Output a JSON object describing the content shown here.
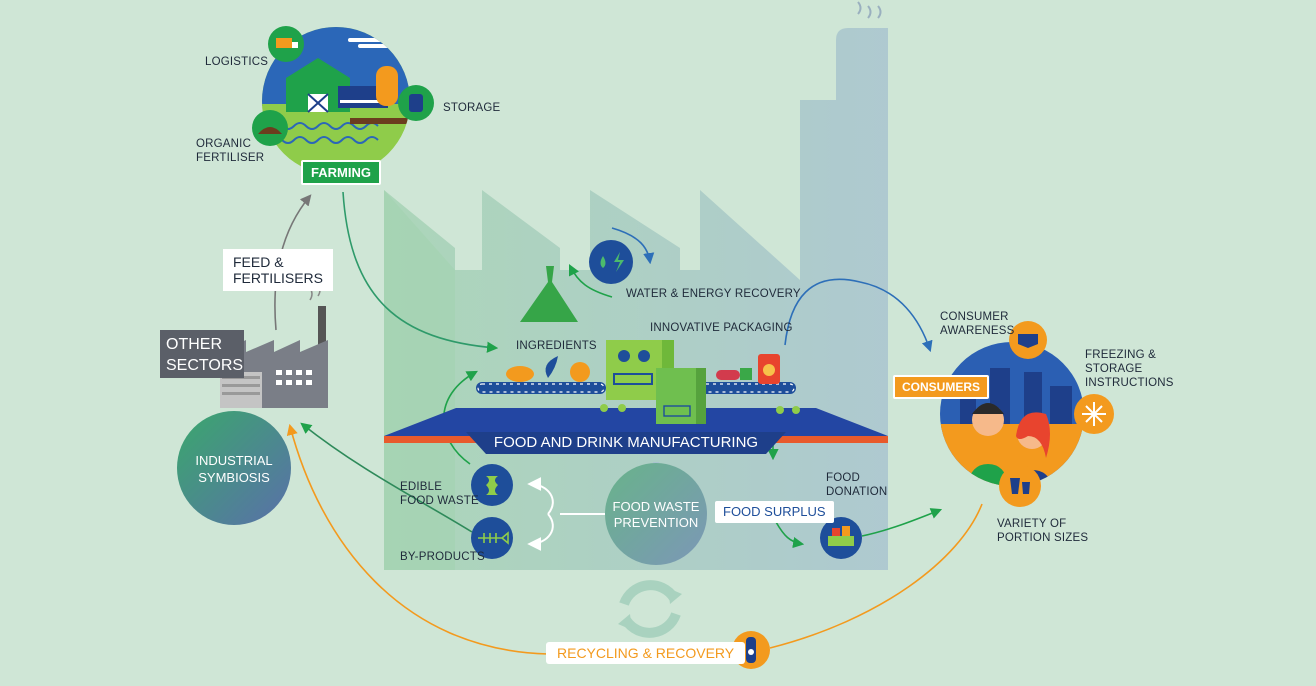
{
  "farming": {
    "title": "FARMING",
    "logistics": "LOGISTICS",
    "storage": "STORAGE",
    "organic_fertiliser": "ORGANIC\nFERTILISER"
  },
  "other_sectors": {
    "title": "OTHER\nSECTORS"
  },
  "industrial_symbiosis": {
    "title": "INDUSTRIAL\nSYMBIOSIS"
  },
  "feed_fertilisers": {
    "label": "FEED &\nFERTILISERS"
  },
  "manufacturing": {
    "title": "FOOD AND DRINK MANUFACTURING",
    "ingredients": "INGREDIENTS",
    "water_energy": "WATER & ENERGY RECOVERY",
    "packaging": "INNOVATIVE PACKAGING",
    "edible_waste": "EDIBLE\nFOOD WASTE",
    "by_products": "BY-PRODUCTS",
    "prevention": "FOOD WASTE\nPREVENTION",
    "surplus": "FOOD SURPLUS",
    "donation": "FOOD\nDONATION"
  },
  "consumers": {
    "title": "CONSUMERS",
    "awareness": "CONSUMER\nAWARENESS",
    "freezing": "FREEZING &\nSTORAGE\nINSTRUCTIONS",
    "portion": "VARIETY OF\nPORTION SIZES"
  },
  "recycling": {
    "label": "RECYCLING & RECOVERY"
  },
  "colors": {
    "background": "#cfe6d6",
    "green": "#1fa24a",
    "navy": "#1e4e9a",
    "orange": "#f39a1e",
    "factory": "#9fc3b4"
  }
}
